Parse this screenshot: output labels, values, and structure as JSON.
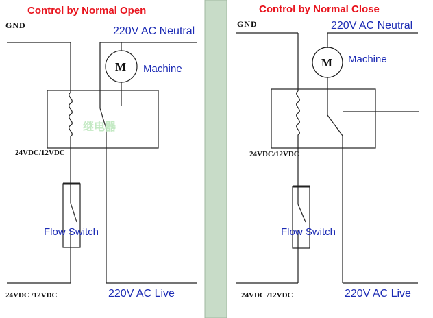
{
  "left": {
    "title": "Control by  Normal Open",
    "gnd": "GND",
    "neutral": "220V AC Neutral",
    "machine": "Machine",
    "motor_symbol": "M",
    "watermark": "继电器",
    "coil_voltage": "24VDC/12VDC",
    "flow_switch": "Flow Switch",
    "supply_voltage": "24VDC /12VDC",
    "live": "220V AC Live"
  },
  "right": {
    "title": "Control by Normal Close",
    "gnd": "GND",
    "neutral": "220V AC Neutral",
    "machine": "Machine",
    "motor_symbol": "M",
    "coil_voltage": "24VDC/12VDC",
    "flow_switch": "Flow Switch",
    "supply_voltage": "24VDC /12VDC",
    "live": "220V AC Live"
  },
  "colors": {
    "title": "#e8141e",
    "label": "#1c2bb4",
    "divider": "#c8dcc8",
    "line": "#222222"
  }
}
